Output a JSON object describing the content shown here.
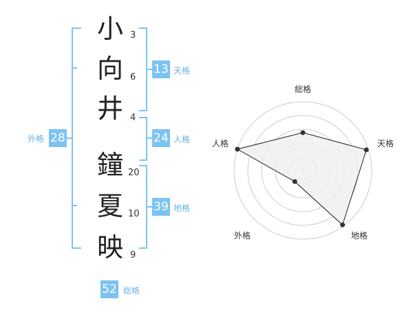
{
  "name_chars": [
    "小",
    "向",
    "井",
    "鐘",
    "夏",
    "映"
  ],
  "strokes": [
    "3",
    "6",
    "4",
    "20",
    "10",
    "9"
  ],
  "kakusu": {
    "tenkaku": {
      "value": "13",
      "label": "天格"
    },
    "jinkaku": {
      "value": "24",
      "label": "人格"
    },
    "chikaku": {
      "value": "39",
      "label": "地格"
    },
    "gaikaku": {
      "value": "28",
      "label": "外格"
    },
    "soukaku": {
      "value": "52",
      "label": "総格"
    }
  },
  "radar": {
    "axes": [
      "総格",
      "天格",
      "地格",
      "外格",
      "人格"
    ],
    "values": [
      0.55,
      0.97,
      0.98,
      0.2,
      1.0
    ],
    "fill_color": "#f0f0f0",
    "line_color": "#222222",
    "grid_color": "#cccccc"
  },
  "colors": {
    "accent": "#7cc3f2"
  }
}
